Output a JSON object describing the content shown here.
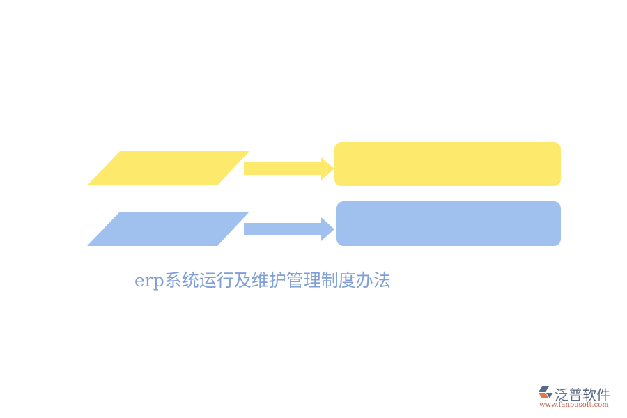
{
  "title": "erp系统运行及维护管理制度办法",
  "colors": {
    "yellow": "#fde96b",
    "blue": "#a0c0ee",
    "title_text": "#7f9fd6",
    "logo_text": "#5b6a86",
    "logo_url": "#c0604a"
  },
  "rows": [
    {
      "name": "row-1",
      "color": "yellow",
      "label": ""
    },
    {
      "name": "row-2",
      "color": "blue",
      "label": ""
    }
  ],
  "logo": {
    "name": "泛普软件",
    "url": "www.fanpusoft.com"
  }
}
